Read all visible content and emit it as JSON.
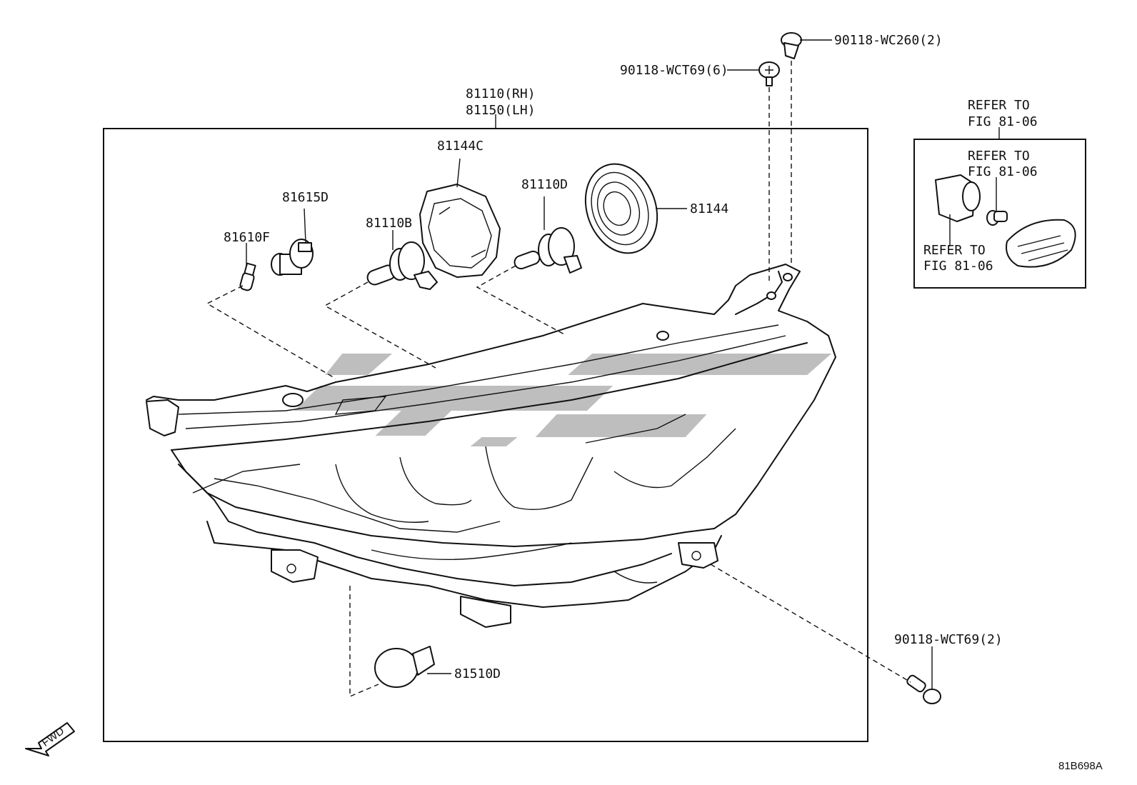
{
  "diagram_code": "81B698A",
  "fwd_arrow": "FWD",
  "parts": {
    "assembly_rh": "81110(RH)",
    "assembly_lh": "81150(LH)",
    "cover_81144c": "81144C",
    "cover_81144": "81144",
    "bulb_81110d": "81110D",
    "bulb_81110b": "81110B",
    "socket_81615d": "81615D",
    "bulb_81610f": "81610F",
    "bulb_81510d": "81510D",
    "screw_wc260": "90118-WC260(2)",
    "screw_wct69_6": "90118-WCT69(6)",
    "screw_wct69_2": "90118-WCT69(2)"
  },
  "refer": {
    "box_title_1": "REFER TO",
    "box_title_2": "FIG 81-06",
    "inner_a_1": "REFER TO",
    "inner_a_2": "FIG 81-06",
    "inner_b_1": "REFER TO",
    "inner_b_2": "FIG 81-06"
  },
  "icons": [
    "headlamp-assembly",
    "bulb-icon",
    "socket-icon",
    "screw-icon",
    "clip-icon",
    "side-marker-icon",
    "fwd-arrow-icon"
  ]
}
